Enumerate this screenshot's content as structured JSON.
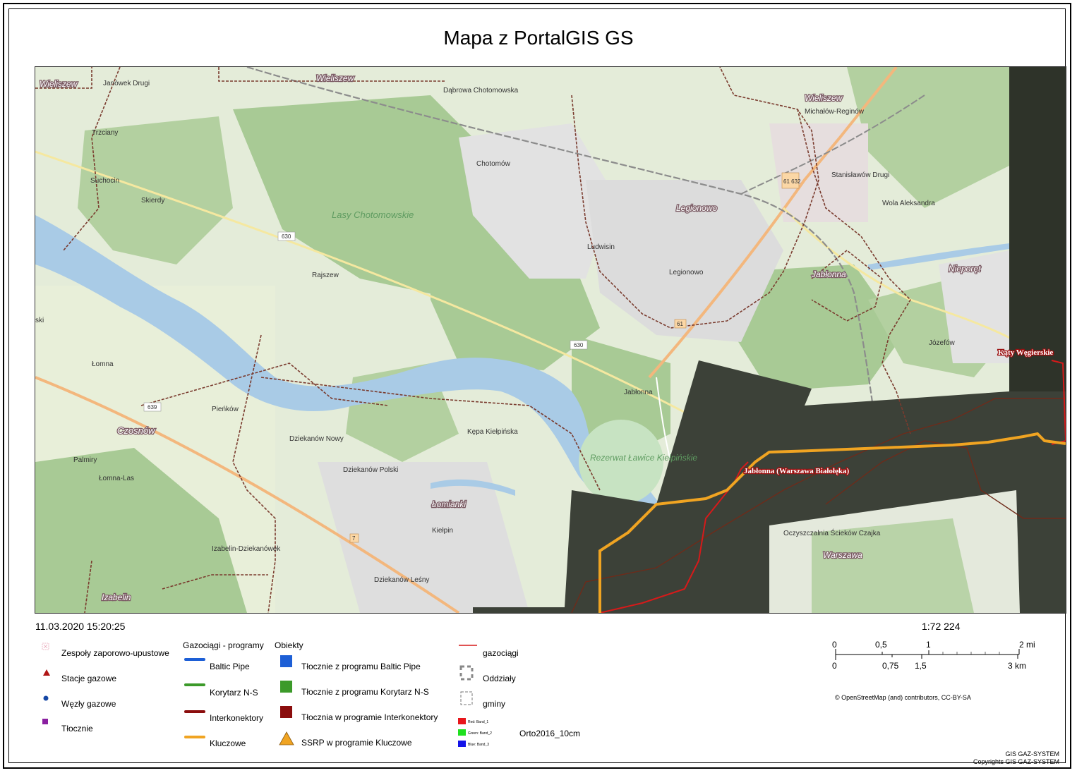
{
  "title": "Mapa z PortalGIS GS",
  "datetime": "11.03.2020 15:20:25",
  "scale": "1:72 224",
  "scalebar": {
    "miles": [
      "0",
      "0,5",
      "1",
      "2 mi"
    ],
    "km": [
      "0",
      "0,75",
      "1,5",
      "3 km"
    ]
  },
  "attribution": "© OpenStreetMap (and) contributors, CC-BY-SA",
  "copyright": {
    "line1": "GIS GAZ-SYSTEM",
    "line2": "Copyrights GIS GAZ-SYSTEM"
  },
  "legend": {
    "col1": {
      "zespoly": "Zespoły zaporowo-upustowe",
      "stacje": "Stacje gazowe",
      "wezly": "Węzły gazowe",
      "tlocznie": "Tłocznie"
    },
    "col2": {
      "header": "Gazociągi - programy",
      "baltic": "Baltic Pipe",
      "korytarz": "Korytarz N-S",
      "interkonektory": "Interkonektory",
      "kluczowe": "Kluczowe"
    },
    "col3": {
      "header": "Obiekty",
      "tl_baltic": "Tłocznie z programu Baltic Pipe",
      "tl_korytarz": "Tłocznie z programu Korytarz N-S",
      "tl_interk": "Tłocznia w  programie Interkonektory",
      "ssrp": "SSRP w programie Kluczowe"
    },
    "col4": {
      "gazociagi": "gazociągi",
      "oddzialy": "Oddziały",
      "gminy": "gminy",
      "raster_name": "Orto2016_10cm",
      "bands": [
        "Red:  Band_1",
        "Green: Band_2",
        "Blue:  Band_3"
      ]
    }
  },
  "colors": {
    "baltic": "#1d5fd6",
    "korytarz": "#3c9a2a",
    "interkonektory": "#8b0d0d",
    "kluczowe": "#f0a422",
    "gazociagi": "#d61a1a",
    "stacje": "#b01515",
    "wezly": "#1547a5",
    "tlocznie": "#8a1fa0"
  },
  "map_labels": {
    "wieliszew": "Wieliszew",
    "janowek": "Janówek Drugi",
    "dabrowa": "Dąbrowa Chotomowska",
    "michalow": "Michałów-Reginów",
    "trzciany": "Trzciany",
    "chotomow": "Chotomów",
    "suchocin": "Suchocin",
    "skierdy": "Skierdy",
    "lasy": "Lasy Chotomowskie",
    "stanislawow": "Stanisławów Drugi",
    "wola": "Wola Aleksandra",
    "legionowo_it": "Legionowo",
    "legionowo": "Legionowo",
    "ludwisin": "Ludwisin",
    "rajszew": "Rajszew",
    "jablonna_it": "Jabłonna",
    "nieporet": "Nieporęt",
    "jozefow": "Józefów",
    "katy": "Kąty Węgierskie",
    "lomna": "Łomna",
    "ski": "ski",
    "pienkow": "Pieńków",
    "czosnow": "Czosnów",
    "jablonna": "Jabłonna",
    "kepa": "Kępa Kiełpińska",
    "dziekanow_nowy": "Dziekanów Nowy",
    "palmiry": "Palmiry",
    "lomna_las": "Łomna-Las",
    "dziekanow_polski": "Dziekanów Polski",
    "rezerwat": "Rezerwat Ławice Kiełpińskie",
    "jablonna_red": "Jabłonna (Warszawa Białołęka)",
    "lomianki": "Łomianki",
    "kielpin": "Kiełpin",
    "izabelin_dz": "Izabelin-Dziekanówek",
    "oczyszczalnia": "Oczyszczalnia Ścieków Czajka",
    "warszawa": "Warszawa",
    "izabelin": "Izabelin",
    "dziekanow_lesny": "Dziekanów Leśny",
    "road_630a": "630",
    "road_630b": "630",
    "road_639": "639",
    "road_61": "61",
    "road_61_632": "61 632",
    "road_7": "7"
  }
}
